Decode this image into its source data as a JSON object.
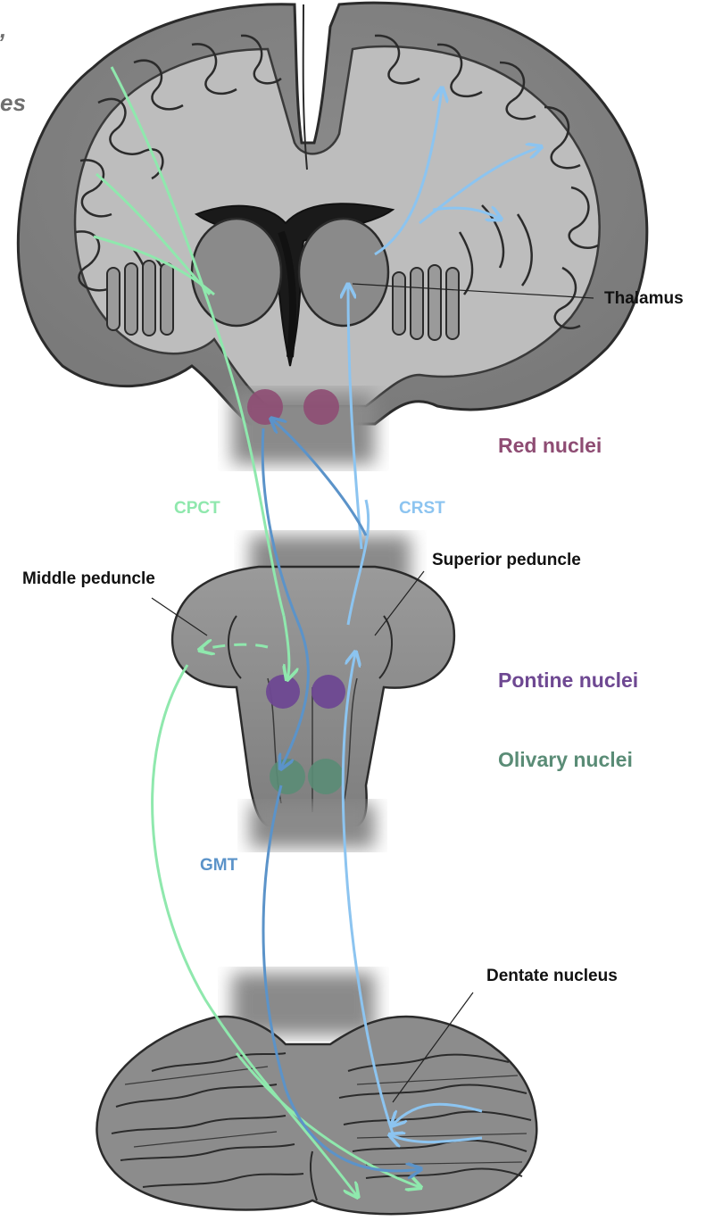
{
  "corner_text": [
    ",",
    "es"
  ],
  "labels": {
    "thalamus": "Thalamus",
    "red_nuclei": "Red nuclei",
    "cpct": "CPCT",
    "crst": "CRST",
    "middle_peduncle": "Middle peduncle",
    "superior_peduncle": "Superior peduncle",
    "pontine_nuclei": "Pontine nuclei",
    "olivary_nuclei": "Olivary nuclei",
    "gmt": "GMT",
    "dentate_nucleus": "Dentate nucleus"
  },
  "colors": {
    "cpct": "#8fe8ad",
    "crst": "#8cc4f0",
    "gmt": "#5b93c9",
    "red_nuclei": "#8e4c73",
    "pontine_nuclei": "#6e4892",
    "olivary_nuclei": "#5a8c76",
    "brain_gray": "#8f8f8f",
    "outline": "#2b2b2b"
  }
}
